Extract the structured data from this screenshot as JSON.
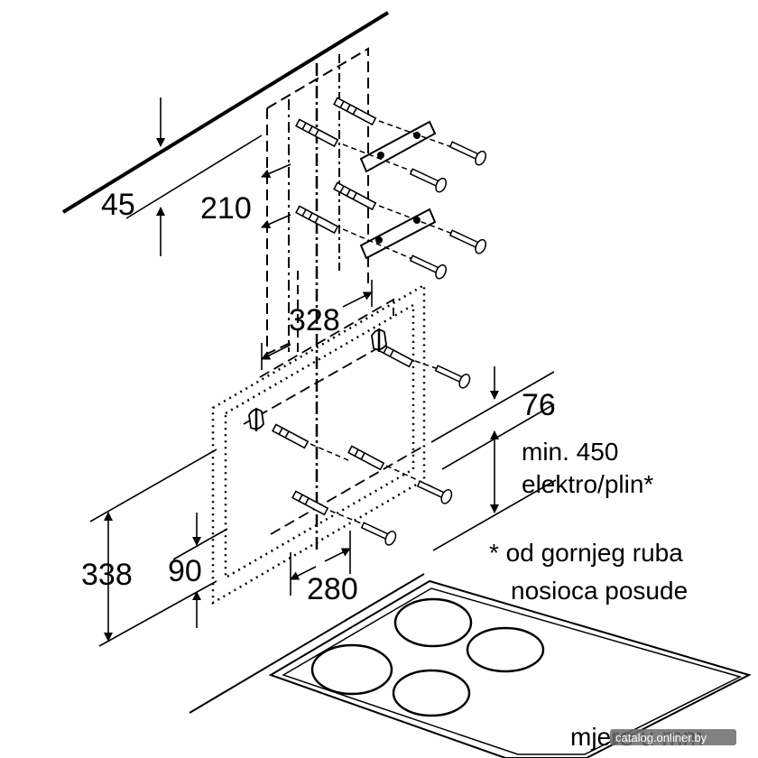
{
  "dimensions": {
    "d45": "45",
    "d210": "210",
    "d328": "328",
    "d76": "76",
    "min450_line1": "min. 450",
    "min450_line2": "elektro/plin*",
    "d338": "338",
    "d90": "90",
    "d280": "280"
  },
  "note": {
    "line1": "* od gornjeg ruba",
    "line2": "nosioca posude"
  },
  "units": "mjere u mm",
  "watermark": "catalog.onliner.by",
  "colors": {
    "ink": "#000000",
    "background": "#ffffff",
    "watermark_bg": "#6b6b6b"
  }
}
